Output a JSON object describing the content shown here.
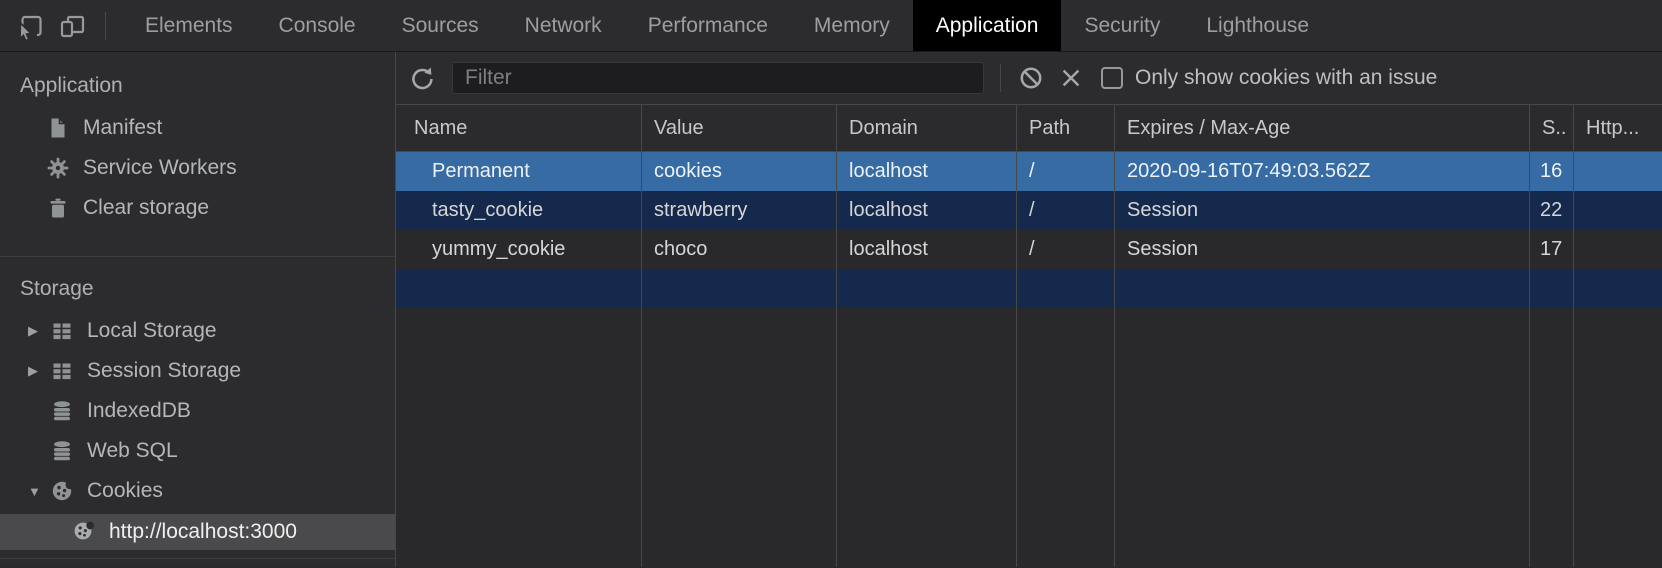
{
  "tabbar": {
    "icons": [
      "inspect-cursor",
      "toggle-device-toolbar"
    ],
    "tabs": [
      {
        "label": "Elements",
        "active": false
      },
      {
        "label": "Console",
        "active": false
      },
      {
        "label": "Sources",
        "active": false
      },
      {
        "label": "Network",
        "active": false
      },
      {
        "label": "Performance",
        "active": false
      },
      {
        "label": "Memory",
        "active": false
      },
      {
        "label": "Application",
        "active": true
      },
      {
        "label": "Security",
        "active": false
      },
      {
        "label": "Lighthouse",
        "active": false
      }
    ]
  },
  "sidebar": {
    "sections": [
      {
        "title": "Application",
        "items": [
          {
            "icon": "document-icon",
            "label": "Manifest"
          },
          {
            "icon": "gear-icon",
            "label": "Service Workers"
          },
          {
            "icon": "trash-icon",
            "label": "Clear storage"
          }
        ]
      },
      {
        "title": "Storage",
        "items": [
          {
            "expander": "▶",
            "icon": "table-grid-icon",
            "label": "Local Storage"
          },
          {
            "expander": "▶",
            "icon": "table-grid-icon",
            "label": "Session Storage"
          },
          {
            "expander": "",
            "icon": "database-icon",
            "label": "IndexedDB"
          },
          {
            "expander": "",
            "icon": "database-icon",
            "label": "Web SQL"
          },
          {
            "expander": "▼",
            "icon": "cookie-icon",
            "label": "Cookies",
            "children": [
              {
                "icon": "cookie-icon",
                "label": "http://localhost:3000",
                "selected": true
              }
            ]
          }
        ]
      }
    ]
  },
  "toolbar": {
    "icons": [
      "refresh",
      "clear-all",
      "delete-selected"
    ],
    "filter_placeholder": "Filter",
    "filter_value": "",
    "only_issue_label": "Only show cookies with an issue",
    "checkbox_checked": false
  },
  "cookies_table": {
    "columns": [
      "Name",
      "Value",
      "Domain",
      "Path",
      "Expires / Max-Age",
      "S..",
      "Http..."
    ],
    "rows": [
      {
        "name": "Permanent",
        "value": "cookies",
        "domain": "localhost",
        "path": "/",
        "expires": "2020-09-16T07:49:03.562Z",
        "size": "16",
        "http_only": "",
        "selected": true
      },
      {
        "name": "tasty_cookie",
        "value": "strawberry",
        "domain": "localhost",
        "path": "/",
        "expires": "Session",
        "size": "22",
        "http_only": "",
        "selected": false
      },
      {
        "name": "yummy_cookie",
        "value": "choco",
        "domain": "localhost",
        "path": "/",
        "expires": "Session",
        "size": "17",
        "http_only": "",
        "selected": false
      }
    ]
  },
  "colors": {
    "selected_row": "#376ba3",
    "stripe_row": "#15294d",
    "sidebar_selected": "#4a4a4c",
    "active_tab_bg": "#000000",
    "panel_bg": "#29292b",
    "bar_bg": "#2c2c2e"
  }
}
